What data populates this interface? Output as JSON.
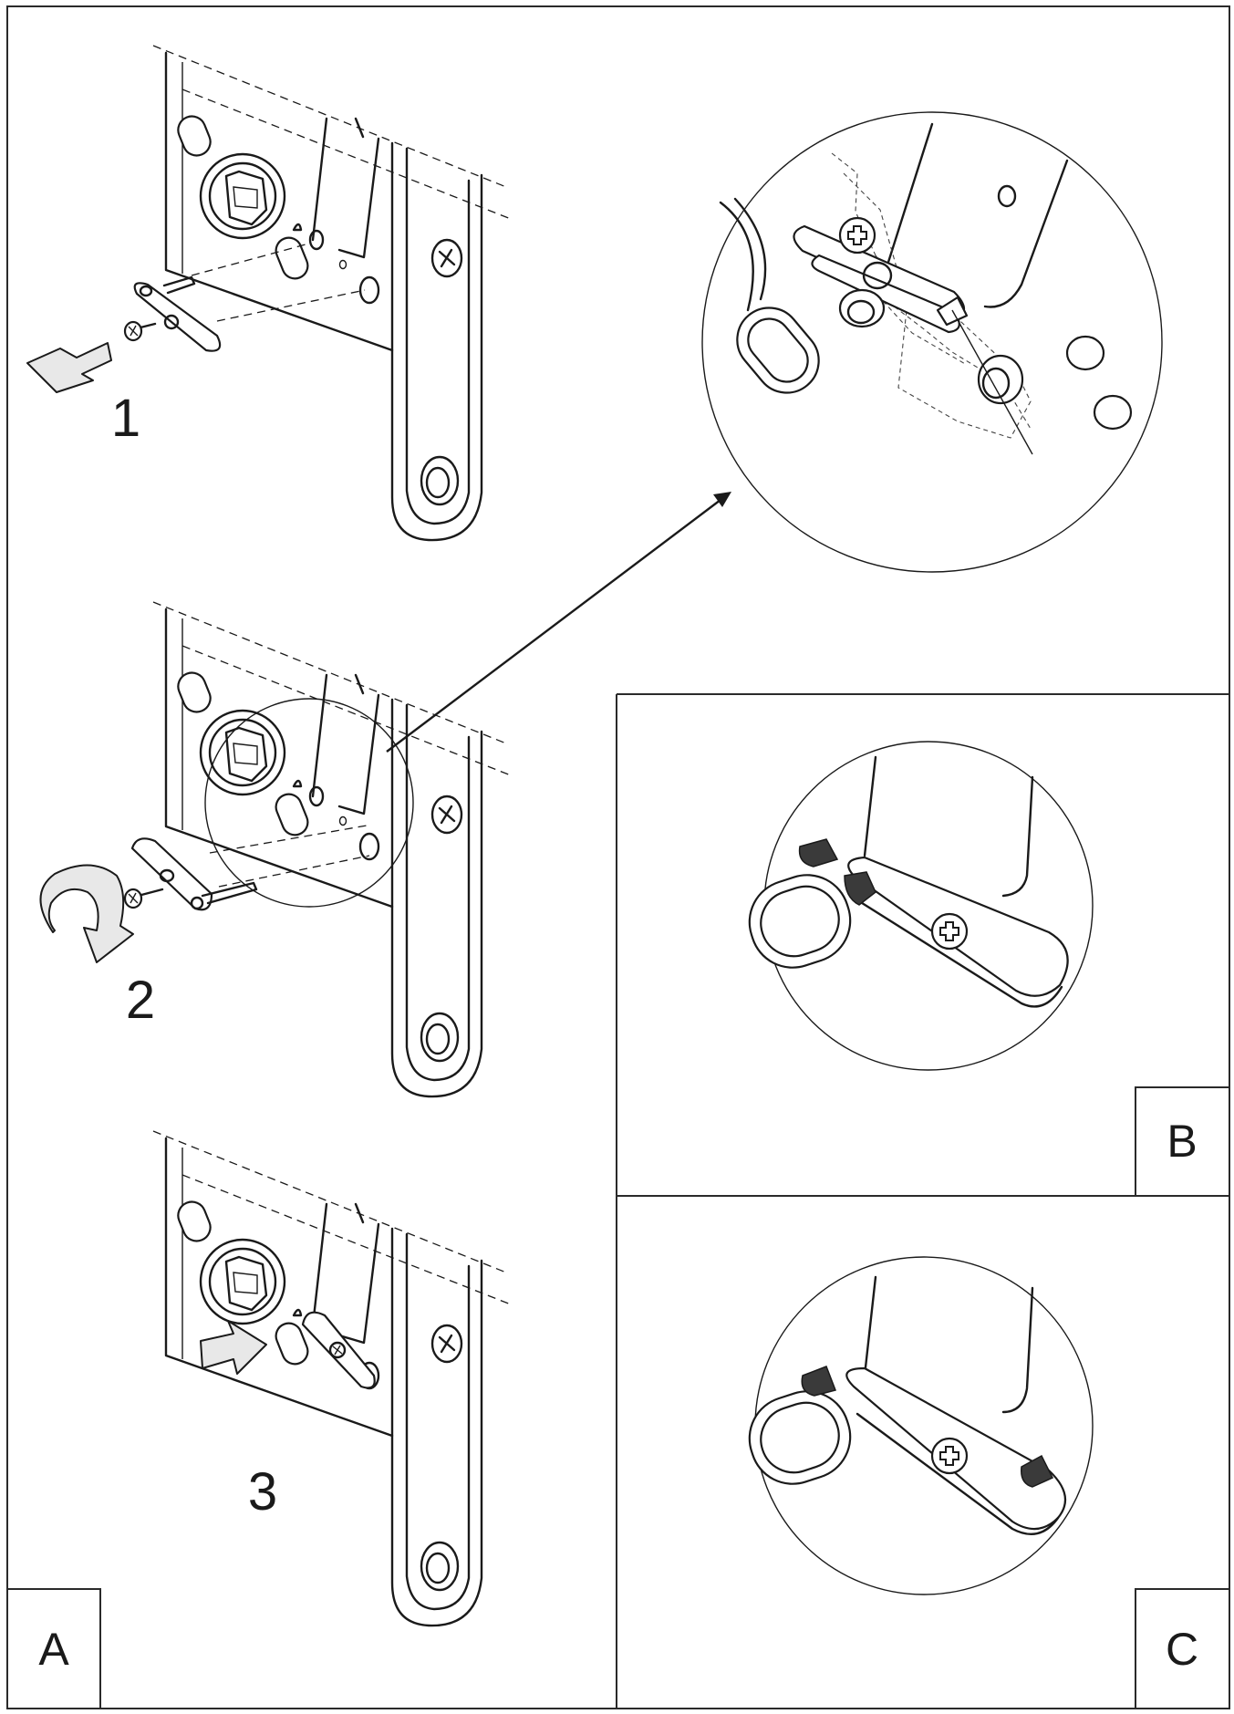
{
  "panels": {
    "a": {
      "label": "A"
    },
    "b": {
      "label": "B"
    },
    "c": {
      "label": "C"
    }
  },
  "steps": [
    {
      "number": "1"
    },
    {
      "number": "2"
    },
    {
      "number": "3"
    }
  ],
  "icons": {
    "arrow_out": "arrow-left-icon",
    "rotate": "rotate-arrow-icon",
    "arrow_in": "arrow-right-icon",
    "leader": "leader-arrow-icon",
    "screw": "phillips-screw-icon"
  },
  "colors": {
    "line": "#1a1a1a",
    "arrow_fill": "#e8e8e8",
    "marker_fill": "#3a3a3a"
  }
}
